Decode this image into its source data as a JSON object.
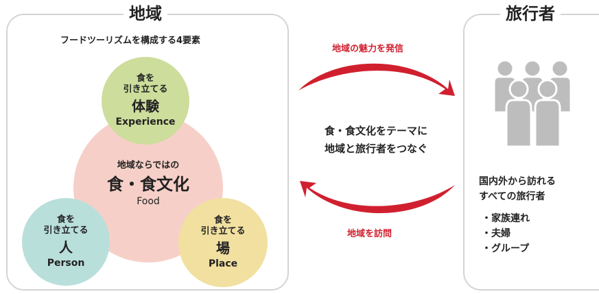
{
  "region": {
    "title": "地域",
    "subtitle": "フードツーリズムを構成する4要素",
    "elements": {
      "experience": {
        "line1": "食を",
        "line2": "引き立てる",
        "name": "体験",
        "en": "Experience",
        "color": "#cddd9c"
      },
      "food": {
        "line1": "地域ならではの",
        "name": "食・食文化",
        "en": "Food",
        "color": "#f6d0c8"
      },
      "person": {
        "line1": "食を",
        "line2": "引き立てる",
        "name": "人",
        "en": "Person",
        "color": "#b9dfdb"
      },
      "place": {
        "line1": "食を",
        "line2": "引き立てる",
        "name": "場",
        "en": "Place",
        "color": "#f1e0a0"
      }
    }
  },
  "flow": {
    "top_label": "地域の魅力を発信",
    "bottom_label": "地域を訪問",
    "center_line1": "食・食文化をテーマに",
    "center_line2": "地域と旅行者をつなぐ",
    "arrow_color": "#d0202f"
  },
  "travelers": {
    "title": "旅行者",
    "desc_line1": "国内外から訪れる",
    "desc_line2": "すべての旅行者",
    "items": [
      "・家族連れ",
      "・夫婦",
      "・グループ"
    ],
    "icon": "people-group-icon",
    "icon_color": "#bdbdbd"
  }
}
